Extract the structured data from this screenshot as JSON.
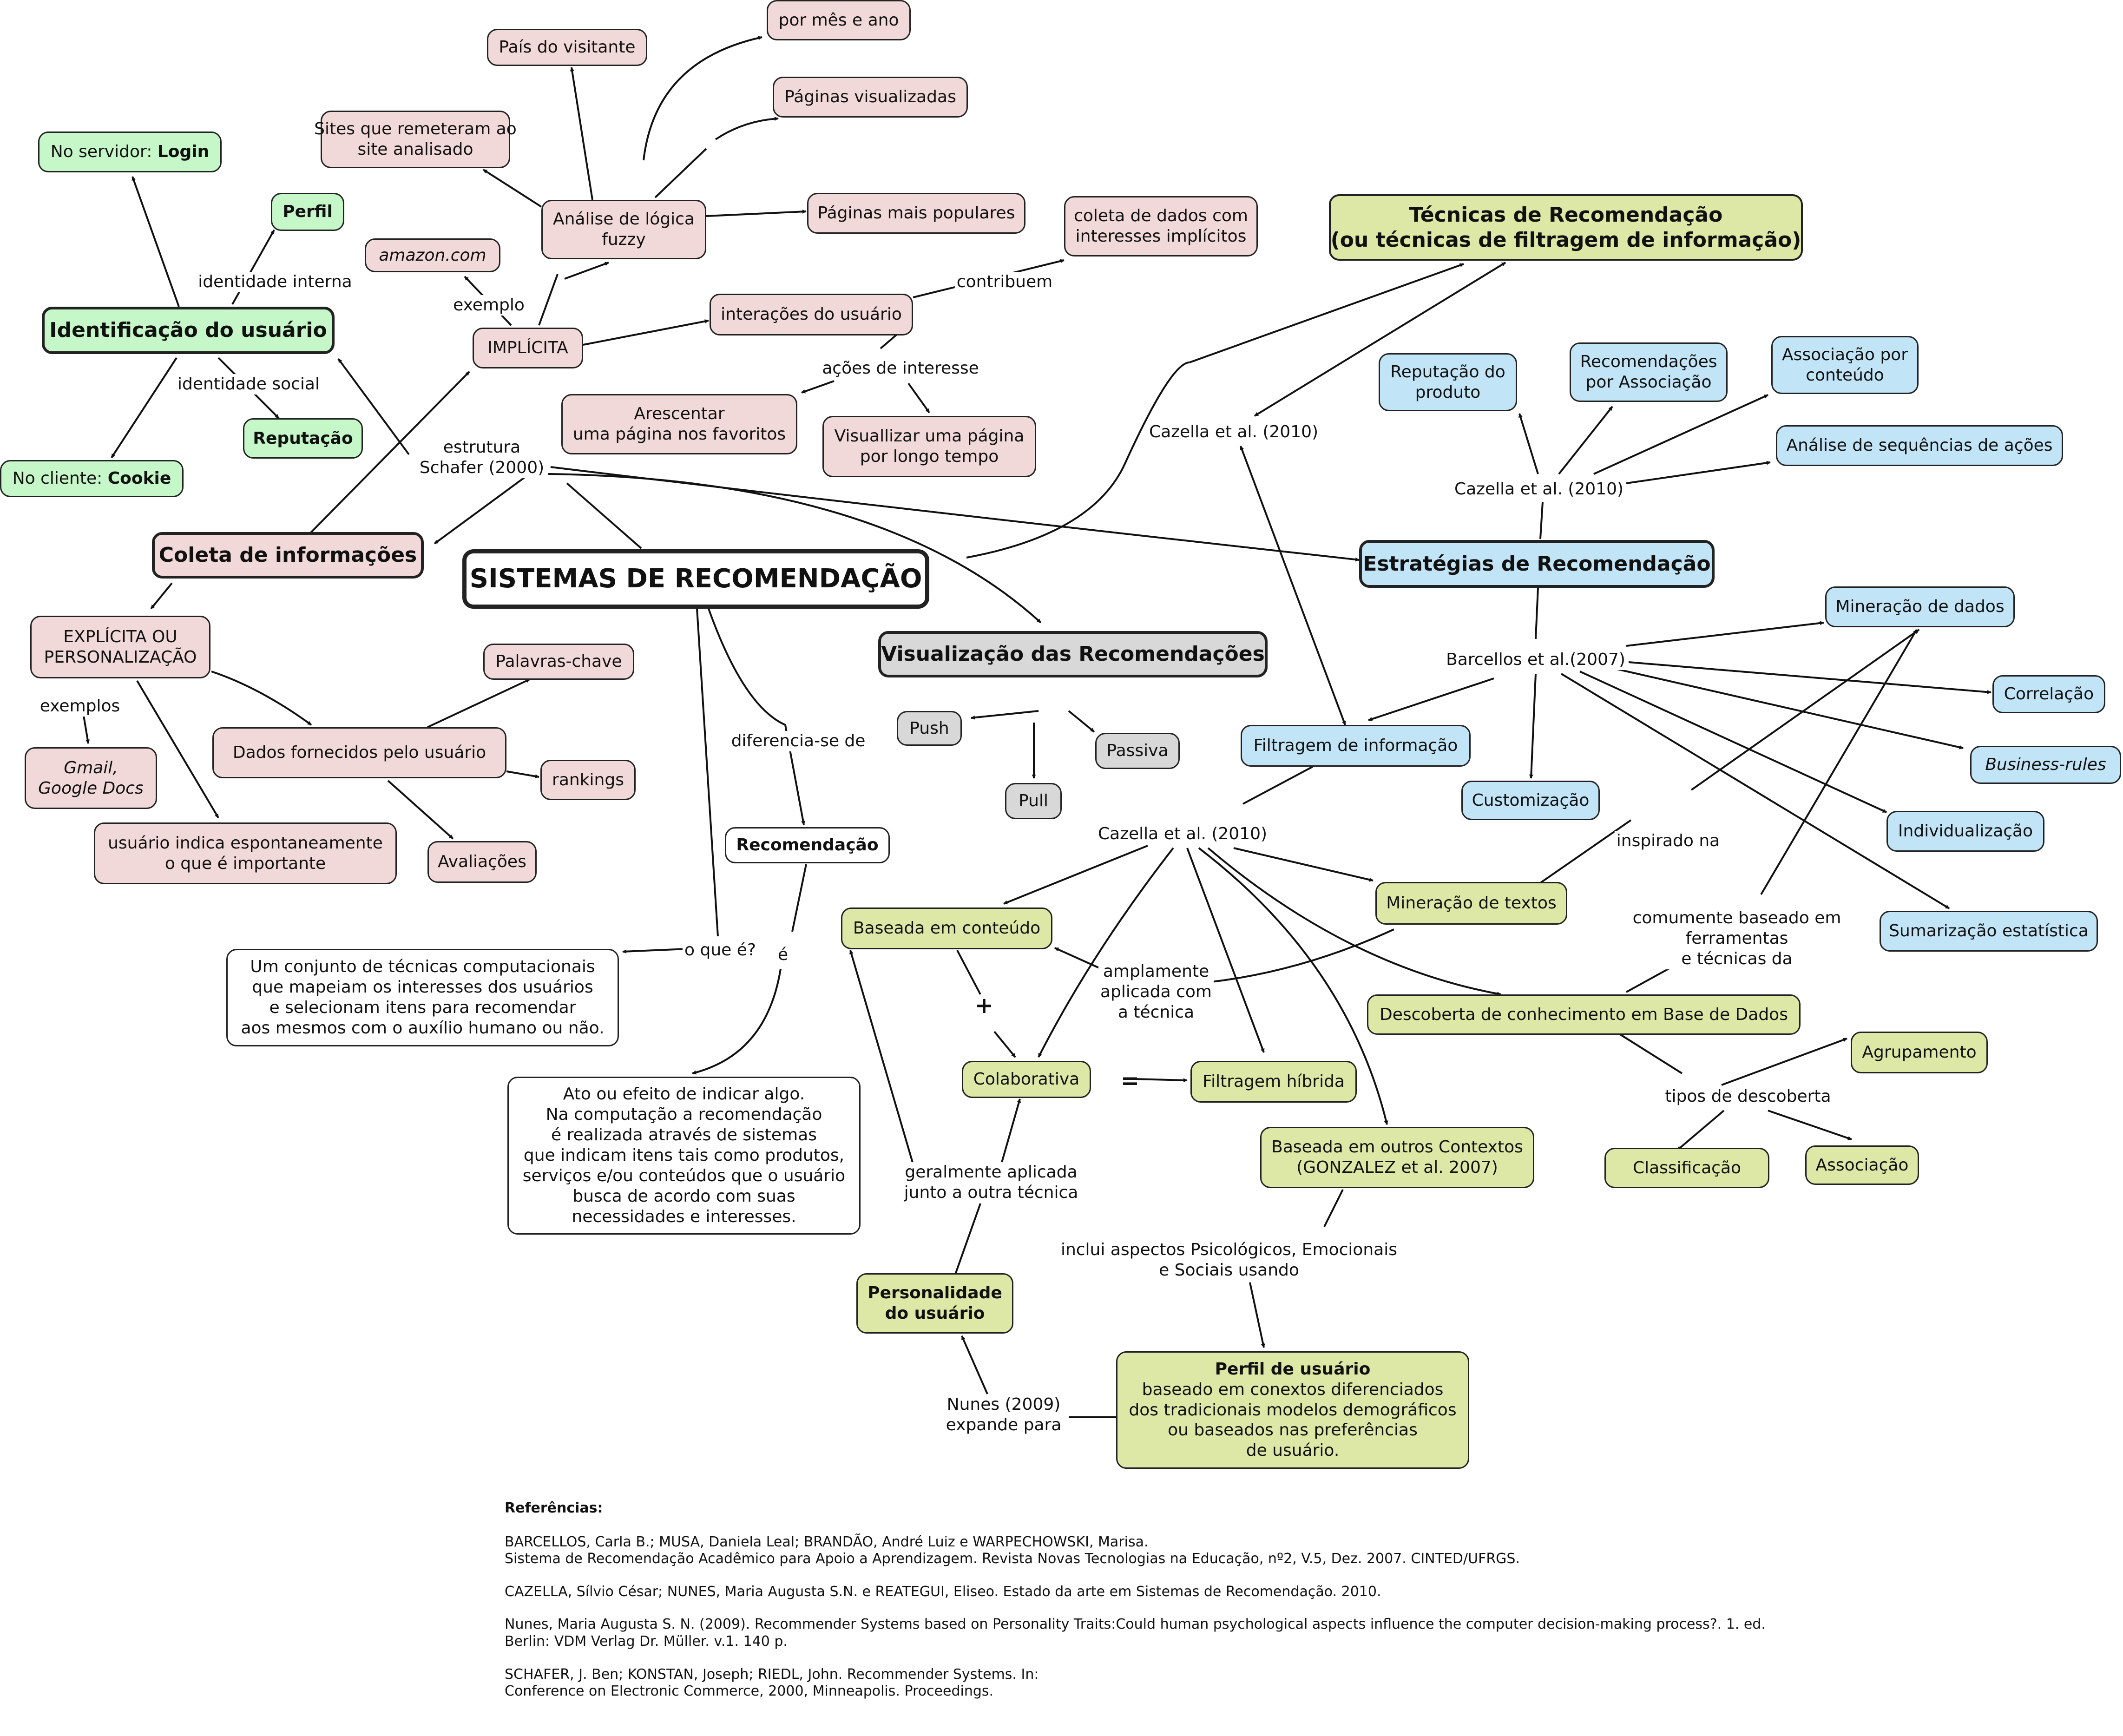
{
  "nodes": {
    "main": "SISTEMAS DE RECOMENDAÇÃO",
    "login_prefix": "No servidor: ",
    "login_bold": "Login",
    "perfil": "Perfil",
    "identificacao": "Identificação do usuário",
    "reputacao": "Reputação",
    "cookie_prefix": "No cliente: ",
    "cookie_bold": "Cookie",
    "coleta": "Coleta de informações",
    "pais": "País do visitante",
    "mes_ano": "por mês e ano",
    "paginas_visualizadas": "Páginas visualizadas",
    "sites": [
      "Sites que remeteram ao",
      "site analisado"
    ],
    "fuzzy": [
      "Análise de lógica",
      "fuzzy"
    ],
    "paginas_populares": "Páginas mais populares",
    "amazon": "amazon.com",
    "implicita": "IMPLÍCITA",
    "interacoes": "interações do usuário",
    "coleta_implicitos": [
      "coleta de dados com",
      "interesses implícitos"
    ],
    "arescentar": [
      "Arescentar",
      "uma página nos favoritos"
    ],
    "visualizar": [
      "Visuallizar uma página",
      "por longo tempo"
    ],
    "explicita": [
      "EXPLÍCITA OU",
      "PERSONALIZAÇÃO"
    ],
    "gmail": [
      "Gmail,",
      "Google Docs"
    ],
    "espontaneamente": [
      "usuário indica espontaneamente",
      "o que é importante"
    ],
    "dados_fornecidos": "Dados fornecidos pelo usuário",
    "palavras_chave": "Palavras-chave",
    "rankings": "rankings",
    "avaliacoes": "Avaliações",
    "tecnicas": [
      "Técnicas de Recomendação",
      "(ou técnicas de filtragem de informação)"
    ],
    "reputacao_produto": [
      "Reputação do",
      "produto"
    ],
    "rec_associacao": [
      "Recomendações",
      "por Associação"
    ],
    "assoc_conteudo": [
      "Associação por",
      "conteúdo"
    ],
    "sequencias": "Análise de sequências de ações",
    "estrategias": "Estratégias de Recomendação",
    "visualizacao": "Visualização das Recomendações",
    "push": "Push",
    "passiva": "Passiva",
    "pull": "Pull",
    "mineracao_dados": "Mineração de dados",
    "correlacao": "Correlação",
    "business_rules": "Business-rules",
    "individualizacao": "Individualização",
    "sumarizacao": "Sumarização estatística",
    "filtragem_info": "Filtragem de informação",
    "customizacao": "Customização",
    "recomendacao": "Recomendação",
    "baseada_conteudo": "Baseada em conteúdo",
    "mineracao_textos": "Mineração de textos",
    "descoberta": "Descoberta de conhecimento em Base de Dados",
    "agrupamento": "Agrupamento",
    "classificacao": "Classificação",
    "associacao": "Associação",
    "colaborativa": "Colaborativa",
    "filtragem_hibrida": "Filtragem híbrida",
    "outros_contextos": [
      "Baseada em outros Contextos",
      "(GONZALEZ et al. 2007)"
    ],
    "personalidade": [
      "Personalidade",
      "do usuário"
    ],
    "perfil_titulo": "Perfil de usuário",
    "perfil_texto": [
      "baseado em conextos diferenciados",
      "dos tradicionais modelos demográficos",
      "ou baseados nas preferências",
      "de usuário."
    ],
    "conjunto": [
      "Um conjunto de técnicas computacionais",
      "que mapeiam os interesses dos usuários",
      "e selecionam itens para recomendar",
      "aos mesmos com o auxílio humano ou não."
    ],
    "ato": [
      "Ato ou efeito de indicar algo.",
      "Na computação a recomendação",
      "é realizada através de sistemas",
      "que indicam itens tais como produtos,",
      "serviços e/ou conteúdos que o usuário",
      "busca de acordo com suas",
      "necessidades e interesses."
    ]
  },
  "links": {
    "identidade_interna": "identidade interna",
    "identidade_social": "identidade social",
    "exemplo": "exemplo",
    "contribuem": "contribuem",
    "acoes_interesse": "ações de interesse",
    "estrutura": [
      "estrutura",
      "Schafer (2000)"
    ],
    "exemplos": "exemplos",
    "cazella_tecnicas": "Cazella et al. (2010)",
    "cazella_estrategias": "Cazella et al. (2010)",
    "barcellos": "Barcellos et al.(2007)",
    "cazella_filtragem": "Cazella et al. (2010)",
    "diferencia": "diferencia-se de",
    "o_que_e": "o que é?",
    "e": "é",
    "inspirado": "inspirado na",
    "comumente": [
      "comumente baseado em",
      "ferramentas",
      "e técnicas da"
    ],
    "tipos": "tipos de descoberta",
    "amplamente": [
      "amplamente",
      "aplicada com",
      "a técnica"
    ],
    "plus": "+",
    "equals": "=",
    "geralmente": [
      "geralmente aplicada",
      "junto a outra técnica"
    ],
    "inclui": [
      "inclui aspectos Psicológicos, Emocionais",
      "e Sociais usando"
    ],
    "nunes": [
      "Nunes (2009)",
      "expande para"
    ]
  },
  "references": {
    "title": "Referências:",
    "items": [
      [
        "BARCELLOS, Carla B.; MUSA, Daniela Leal; BRANDÃO, André Luiz e WARPECHOWSKI, Marisa.",
        "Sistema de Recomendação Acadêmico para Apoio a Aprendizagem. Revista Novas Tecnologias na Educação, nº2, V.5, Dez. 2007. CINTED/UFRGS."
      ],
      [
        "CAZELLA, Sílvio César; NUNES, Maria Augusta S.N. e REATEGUI, Eliseo. Estado da arte em Sistemas de Recomendação. 2010."
      ],
      [
        "Nunes, Maria Augusta S. N. (2009). Recommender Systems based on Personality Traits:Could human psychological aspects influence the computer decision-making process?. 1. ed.",
        "Berlin: VDM Verlag Dr. Müller. v.1. 140 p."
      ],
      [
        "SCHAFER, J. Ben; KONSTAN, Joseph; RIEDL, John. Recommender Systems. In:",
        "Conference on Electronic Commerce, 2000, Minneapolis. Proceedings."
      ]
    ]
  },
  "colors": {
    "pink": "#f2d9d9",
    "green": "#c6f7c9",
    "blue": "#c2e4f7",
    "olive": "#dee8a6",
    "grey": "#d8d8d8",
    "line": "#111111"
  }
}
